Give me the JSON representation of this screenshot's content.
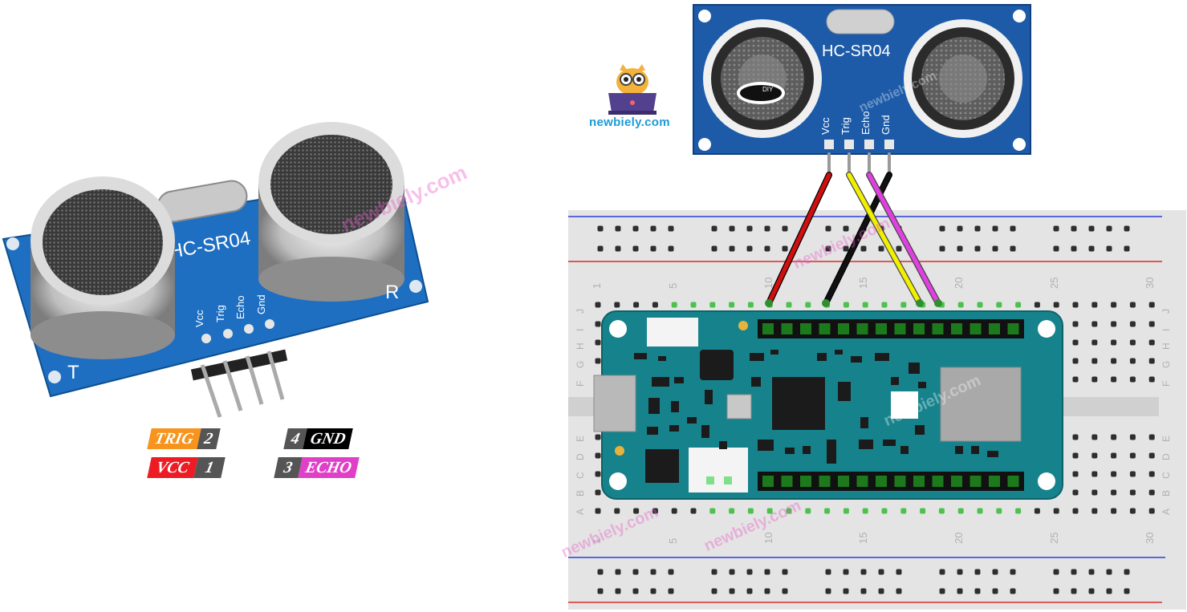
{
  "module_photo": {
    "model_text": "HC-SR04",
    "side_t": "T",
    "side_r": "R",
    "pins": [
      "Vcc",
      "Trig",
      "Echo",
      "Gnd"
    ],
    "watermark": "newbiely.com"
  },
  "pin_legend": [
    {
      "name": "TRIG",
      "number": "2",
      "color": "#f7941d"
    },
    {
      "name": "VCC",
      "number": "1",
      "color": "#ed1c24"
    },
    {
      "name": "GND",
      "number": "4",
      "color": "#000000"
    },
    {
      "name": "ECHO",
      "number": "3",
      "color": "#e040c8"
    }
  ],
  "brand": {
    "text": "newbiely.com"
  },
  "sensor_diagram": {
    "model_text": "HC-SR04",
    "logo_text": "DIY",
    "pins": [
      "Vcc",
      "Trig",
      "Echo",
      "Gnd"
    ]
  },
  "wires": [
    {
      "pin": "Vcc",
      "color": "#d01010"
    },
    {
      "pin": "Trig",
      "color": "#f0f000"
    },
    {
      "pin": "Echo",
      "color": "#e040e0"
    },
    {
      "pin": "Gnd",
      "color": "#111111"
    }
  ],
  "breadboard": {
    "column_numbers": [
      "1",
      "5",
      "10",
      "15",
      "20",
      "25",
      "30"
    ],
    "row_letters_top": [
      "J",
      "I",
      "H",
      "G",
      "F"
    ],
    "row_letters_bottom": [
      "E",
      "D",
      "C",
      "B",
      "A"
    ]
  },
  "watermarks": [
    "newbiely.com",
    "newbiely.com",
    "newbiely.com",
    "newbiely.com",
    "newbiely.com"
  ]
}
